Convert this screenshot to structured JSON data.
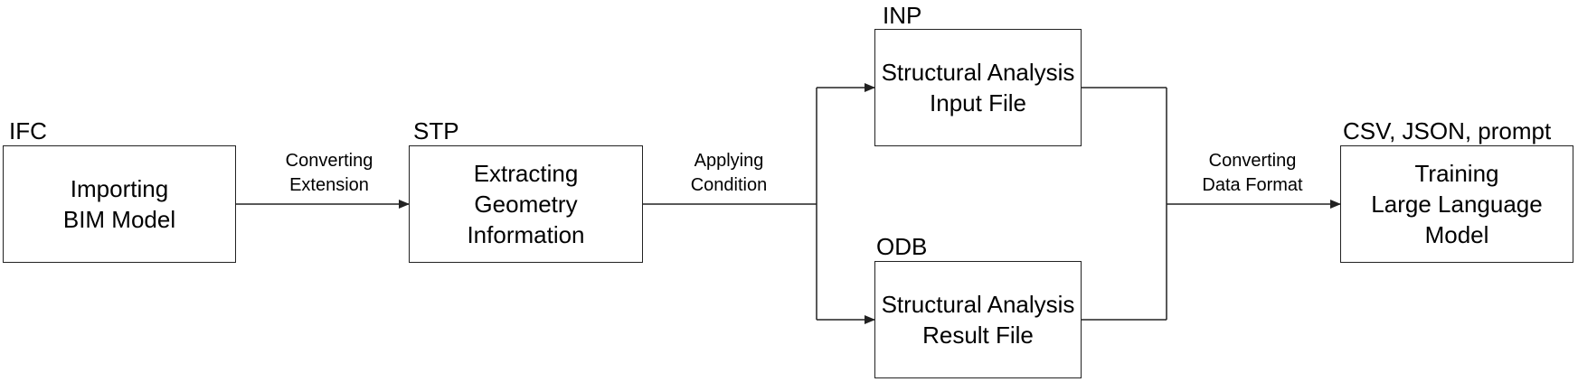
{
  "nodes": {
    "import": {
      "tag": "IFC",
      "lines": [
        "Importing",
        "BIM Model"
      ]
    },
    "extract": {
      "tag": "STP",
      "lines": [
        "Extracting",
        "Geometry",
        "Information"
      ]
    },
    "input": {
      "tag": "INP",
      "lines": [
        "Structural Analysis",
        "Input File"
      ]
    },
    "result": {
      "tag": "ODB",
      "lines": [
        "Structural Analysis",
        "Result File"
      ]
    },
    "train": {
      "tag": "CSV, JSON, prompt",
      "lines": [
        "Training",
        "Large Language",
        "Model"
      ]
    }
  },
  "edges": {
    "convert_ext": {
      "lines": [
        "Converting",
        "Extension"
      ]
    },
    "apply_cond": {
      "lines": [
        "Applying",
        "Condition"
      ]
    },
    "convert_fmt": {
      "lines": [
        "Converting",
        "Data Format"
      ]
    }
  },
  "colors": {
    "stroke": "#222222",
    "background": "#ffffff"
  }
}
